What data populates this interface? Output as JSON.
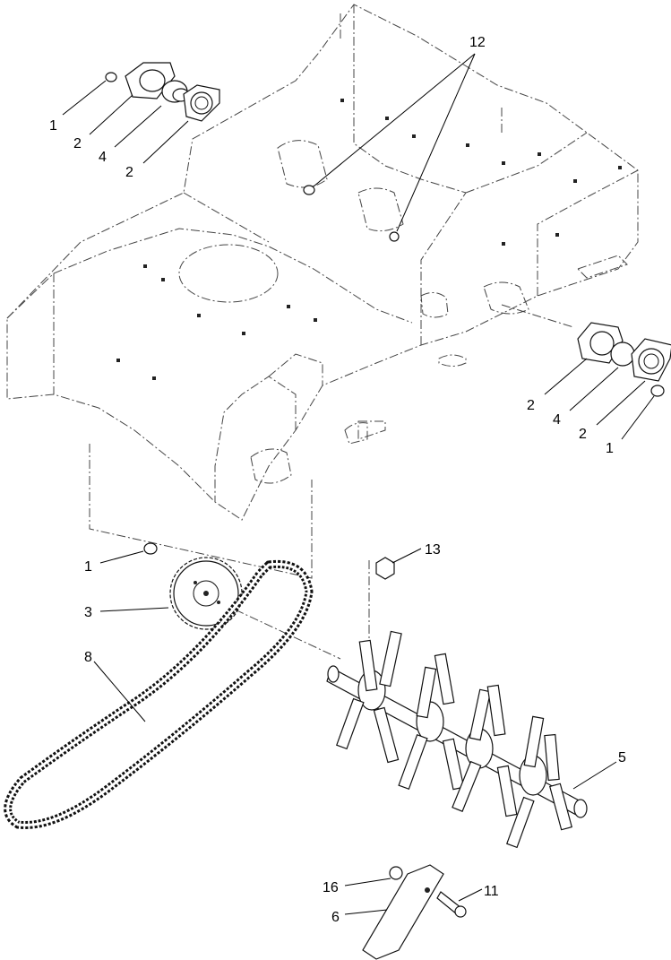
{
  "callouts": [
    {
      "id": "c-1a",
      "label": "1"
    },
    {
      "id": "c-2a",
      "label": "2"
    },
    {
      "id": "c-4a",
      "label": "4"
    },
    {
      "id": "c-2b",
      "label": "2"
    },
    {
      "id": "c-12",
      "label": "12"
    },
    {
      "id": "c-2c",
      "label": "2"
    },
    {
      "id": "c-4b",
      "label": "4"
    },
    {
      "id": "c-2d",
      "label": "2"
    },
    {
      "id": "c-1b",
      "label": "1"
    },
    {
      "id": "c-1c",
      "label": "1"
    },
    {
      "id": "c-13",
      "label": "13"
    },
    {
      "id": "c-3",
      "label": "3"
    },
    {
      "id": "c-8",
      "label": "8"
    },
    {
      "id": "c-5",
      "label": "5"
    },
    {
      "id": "c-16",
      "label": "16"
    },
    {
      "id": "c-11",
      "label": "11"
    },
    {
      "id": "c-6",
      "label": "6"
    }
  ]
}
